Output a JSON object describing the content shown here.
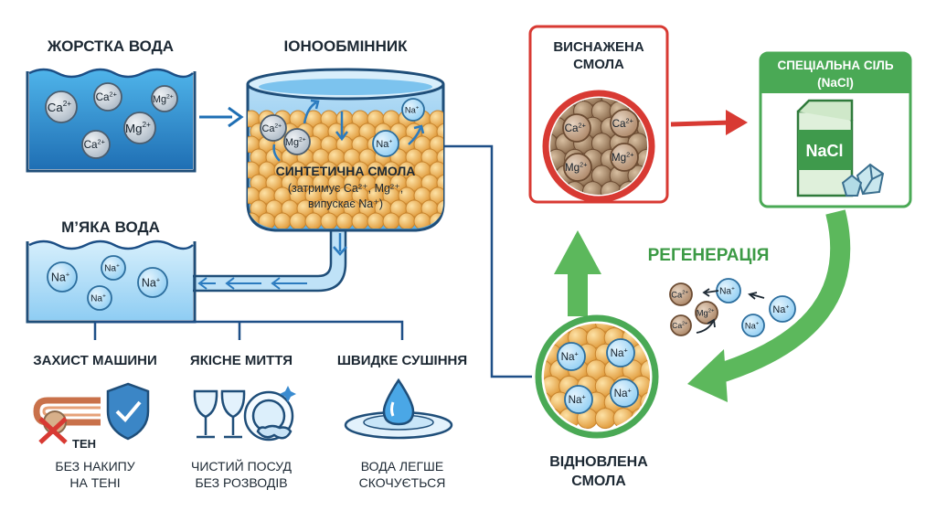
{
  "hard_water": {
    "title": "ЖОРСТКА ВОДА"
  },
  "ion_exchanger": {
    "title": "ІОНООБМІННИК",
    "resin_label": "СИНТЕТИЧНА СМОЛА",
    "resin_note_1": "(затримує Ca²⁺, Mg²⁺,",
    "resin_note_2": "випускає Na⁺)"
  },
  "soft_water": {
    "title": "М’ЯКА ВОДА"
  },
  "ions": {
    "ca": "Ca",
    "mg": "Mg",
    "na": "Na",
    "charge2": "2+",
    "charge1": "+"
  },
  "benefits": [
    {
      "title": "ЗАХИСТ МАШИНИ",
      "line1": "БЕЗ НАКИПУ",
      "line2": "НА ТЕНІ",
      "icon_label": "ТЕН"
    },
    {
      "title": "ЯКІСНЕ МИТТЯ",
      "line1": "ЧИСТИЙ ПОСУД",
      "line2": "БЕЗ РОЗВОДІВ"
    },
    {
      "title": "ШВИДКЕ СУШІННЯ",
      "line1": "ВОДА ЛЕГШЕ",
      "line2": "СКОЧУЄТЬСЯ"
    }
  ],
  "exhausted_resin": {
    "line1": "ВИСНАЖЕНА",
    "line2": "СМОЛА"
  },
  "special_salt": {
    "line1": "СПЕЦІАЛЬНА СІЛЬ",
    "line2": "(NaCl)",
    "pack_label": "NaCl"
  },
  "regeneration": {
    "title": "РЕГЕНЕРАЦІЯ"
  },
  "restored_resin": {
    "line1": "ВІДНОВЛЕНА",
    "line2": "СМОЛА"
  },
  "colors": {
    "water": "#3d9fdd",
    "water_dark": "#1f6fb4",
    "resin": "#f0b657",
    "exhausted_ring": "#d83a33",
    "salt_green": "#4aa955",
    "arrow_green": "#5cb85c",
    "pipe": "#1e4f87"
  }
}
